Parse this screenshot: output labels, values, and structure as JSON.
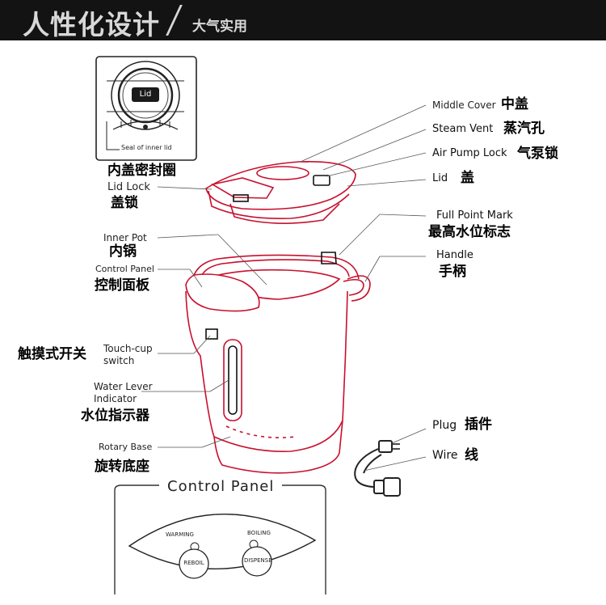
{
  "banner": {
    "title": "人性化设计",
    "subtitle": "大气实用"
  },
  "inset": {
    "lid_badge": "Lid",
    "seal_caption": "Seal of inner lid",
    "caption_cn": "内盖密封圈"
  },
  "labels": {
    "middle_cover_en": "Middle Cover",
    "middle_cover_cn": "中盖",
    "steam_vent_en": "Steam Vent",
    "steam_vent_cn": "蒸汽孔",
    "air_pump_lock_en": "Air Pump Lock",
    "air_pump_lock_cn": "气泵锁",
    "lid_en": "Lid",
    "lid_cn": "盖",
    "lid_lock_en": "Lid Lock",
    "lid_lock_cn": "盖锁",
    "full_point_en": "Full Point Mark",
    "full_point_cn": "最高水位标志",
    "inner_pot_en": "Inner Pot",
    "inner_pot_cn": "内锅",
    "handle_en": "Handle",
    "handle_cn": "手柄",
    "control_panel_en": "Control Panel",
    "control_panel_cn": "控制面板",
    "touch_cn": "触摸式开关",
    "touch_en_1": "Touch-cup",
    "touch_en_2": "switch",
    "water_level_en_1": "Water Lever",
    "water_level_en_2": "Indicator",
    "water_level_cn": "水位指示器",
    "rotary_base_en": "Rotary Base",
    "rotary_base_cn": "旋转底座",
    "plug_en": "Plug",
    "plug_cn": "插件",
    "wire_en": "Wire",
    "wire_cn": "线"
  },
  "control_panel": {
    "title": "Control Panel",
    "warming_label": "WARMING",
    "boiling_label": "BOILING",
    "reboil_button": "REBOIL",
    "dispense_button": "DISPENSE"
  },
  "colors": {
    "accent_red": "#c8102e",
    "banner_bg": "#131313",
    "banner_text": "#d8d8d8"
  }
}
